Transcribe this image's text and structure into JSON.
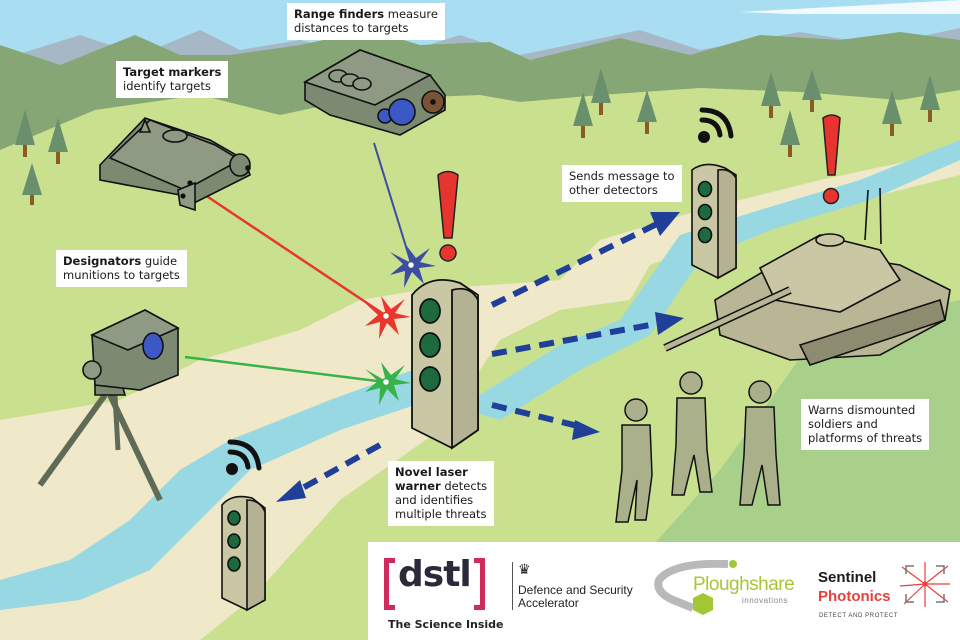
{
  "title": "Novel laser warner threat detection concept",
  "labels": {
    "range_finders": {
      "bold": "Range finders",
      "line1_rest": " measure",
      "line2": "distances to targets"
    },
    "target_markers": {
      "bold": "Target markers",
      "line2": "identify targets"
    },
    "designators": {
      "bold": "Designators",
      "line1_rest": " guide",
      "line2": "munitions to targets"
    },
    "sends_message": {
      "line1": "Sends message to",
      "line2": "other detectors"
    },
    "warns": {
      "line1": "Warns dismounted",
      "line2": "soldiers and",
      "line3": "platforms of threats"
    },
    "laser_warner": {
      "bold1": "Novel laser",
      "bold2": "warner",
      "line2_rest": " detects",
      "line3": "and identifies",
      "line4": "multiple threats"
    }
  },
  "colors": {
    "sky": "#a9def2",
    "far_mountains": "#a6b8c6",
    "hills": "#86a676",
    "grass": "#c9e08f",
    "grass_dark": "#a9d08a",
    "path": "#efe8c9",
    "river": "#97d8e2",
    "device": "#7d8a72",
    "sensor": "#c9c7a4",
    "laser_red": "#e8372f",
    "laser_blue": "#3b4ea4",
    "laser_green": "#37b34a",
    "signal_arrow": "#1f3f98",
    "alert": "#e8342e"
  },
  "icons": [
    "wifi-signal-icon",
    "exclamation-alert-icon",
    "laser-hit-starburst-icon"
  ],
  "logos": {
    "dstl": {
      "word": "dstl",
      "tagline": "The Science Inside"
    },
    "dasa": {
      "crest": "♛",
      "line1": "Defence and Security",
      "line2": "Accelerator"
    },
    "ploughshare": {
      "name": "Ploughshare",
      "sub": "innovations"
    },
    "sentinel": {
      "line1": "Sentinel",
      "line2": "Photonics",
      "tagline": "DETECT AND PROTECT"
    }
  }
}
